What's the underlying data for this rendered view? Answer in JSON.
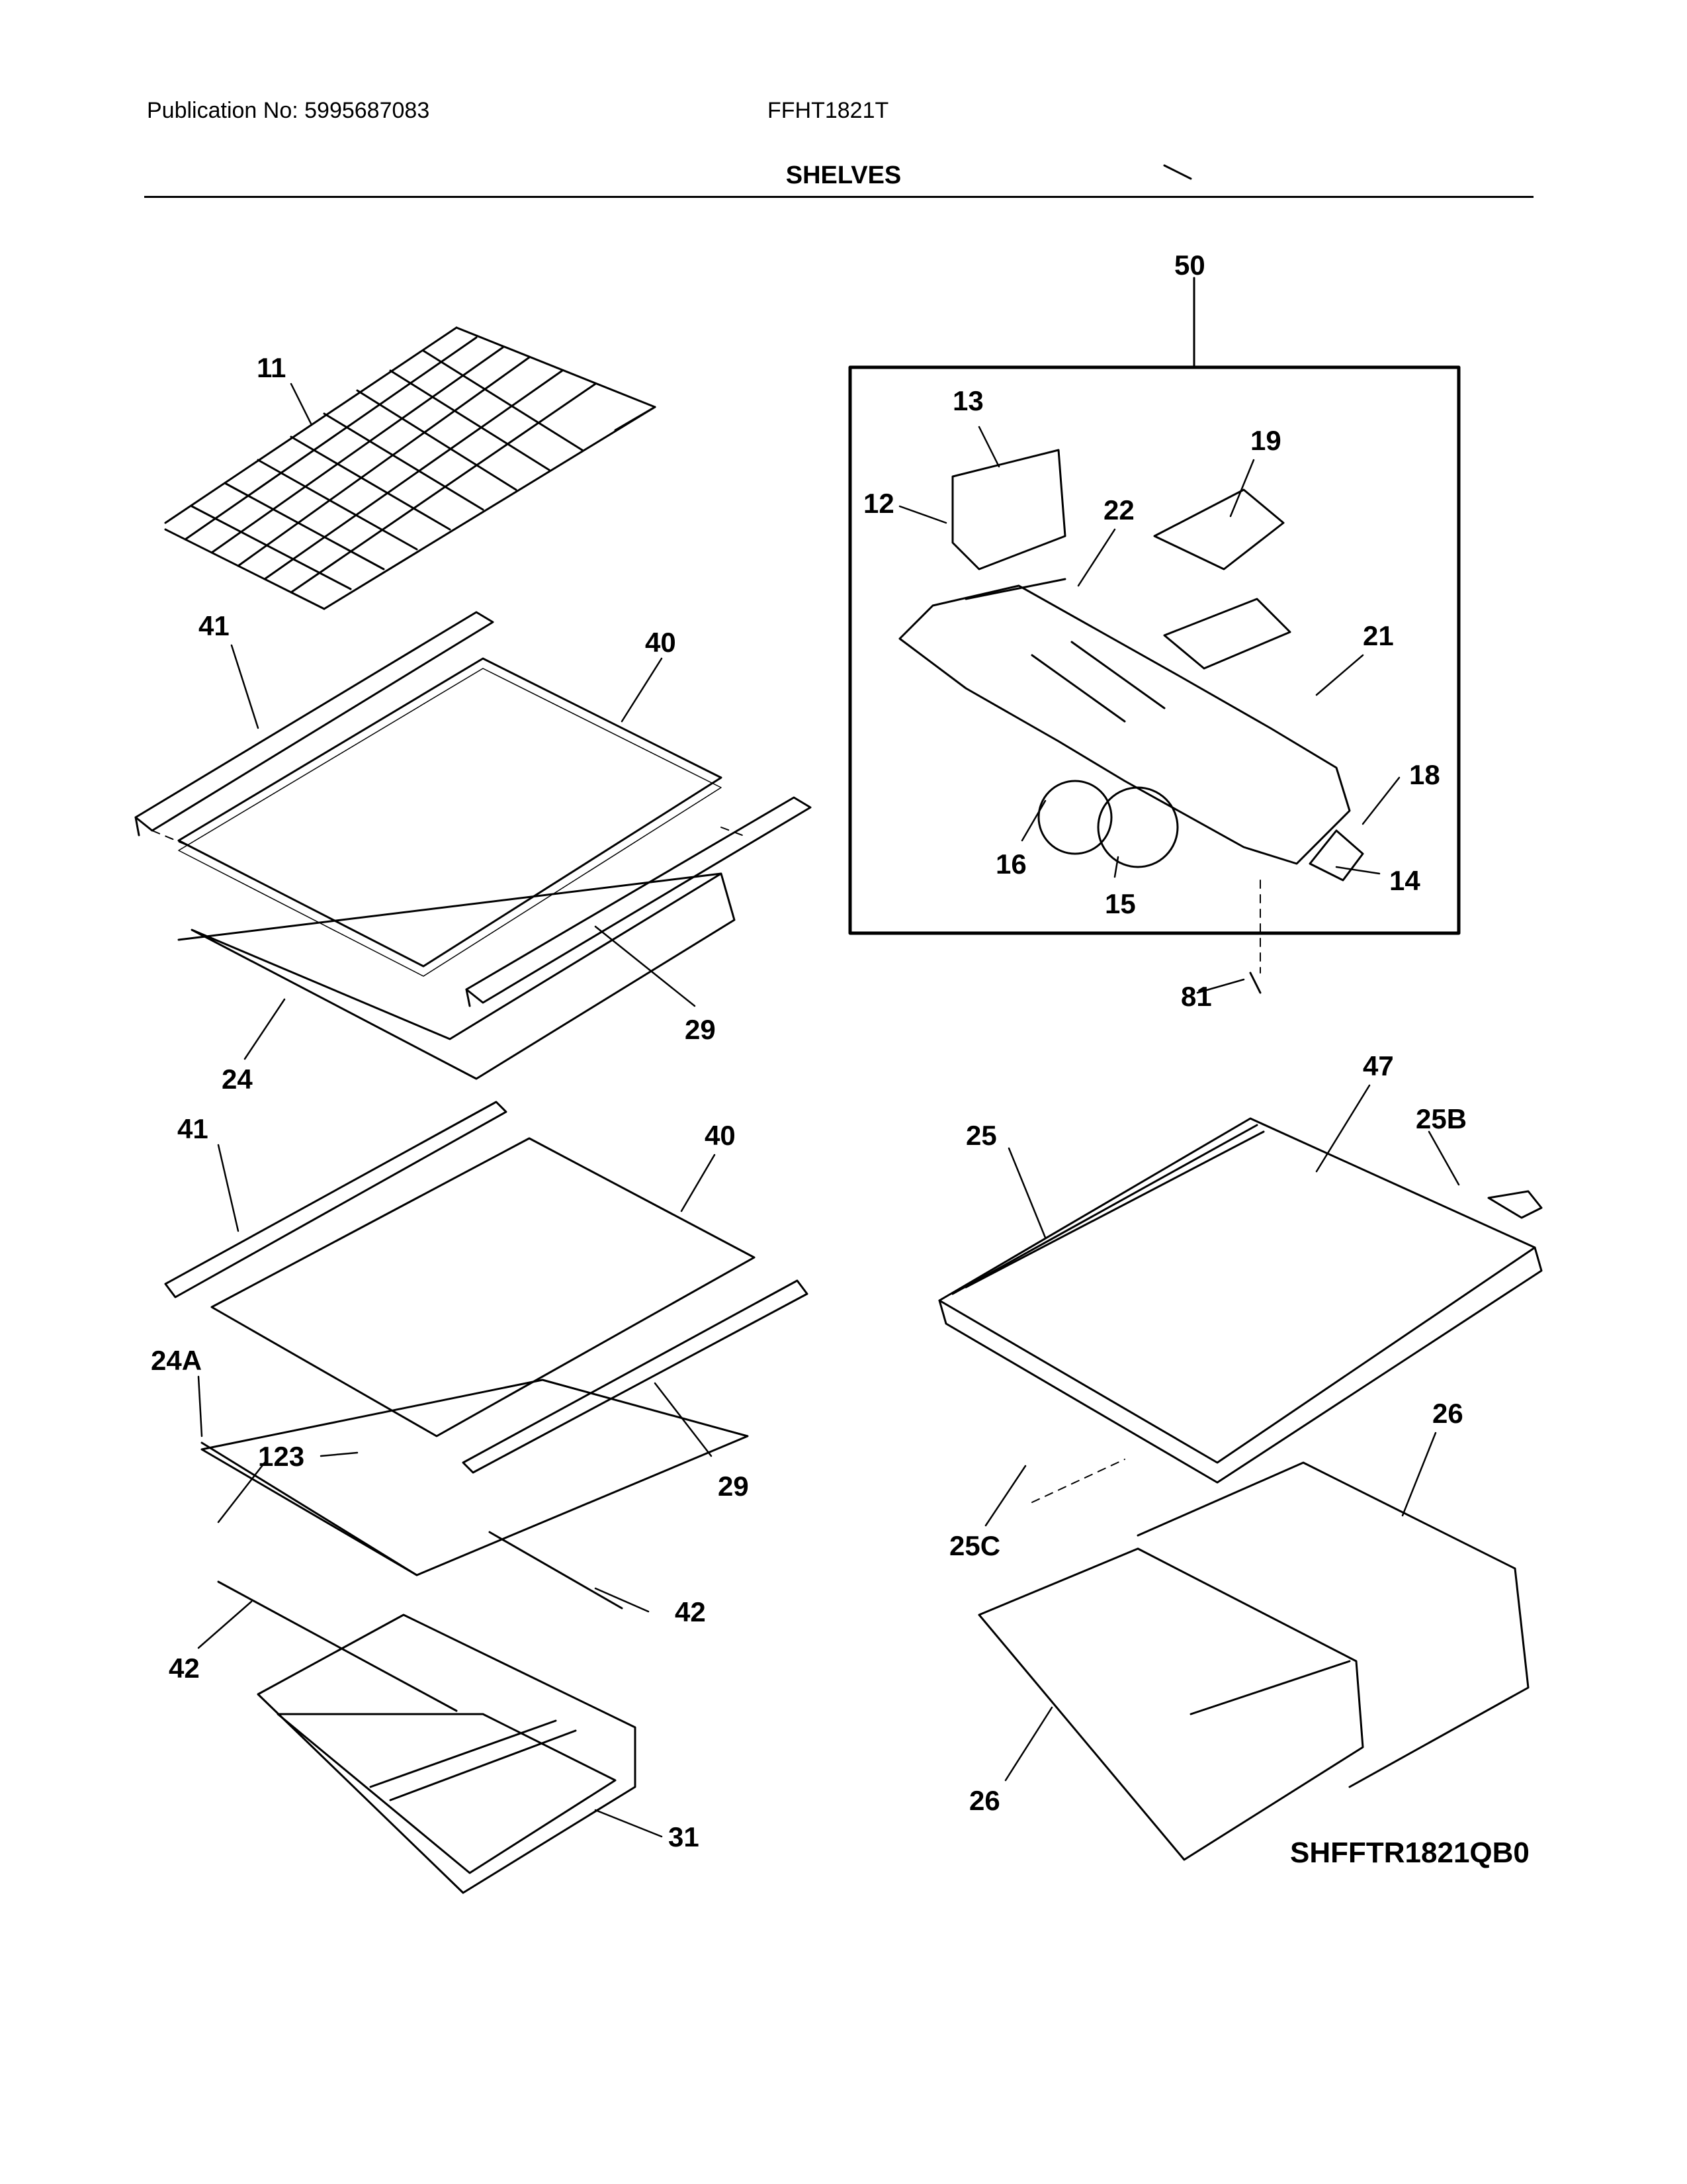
{
  "header": {
    "publication": "Publication No: 5995687083",
    "model": "FFHT1821T"
  },
  "title": "SHELVES",
  "assembly_number": "50",
  "callouts": [
    "11",
    "41",
    "40",
    "29",
    "24",
    "41",
    "40",
    "24A",
    "123",
    "29",
    "42",
    "42",
    "31",
    "13",
    "12",
    "19",
    "22",
    "21",
    "18",
    "16",
    "14",
    "15",
    "81",
    "47",
    "25",
    "25B",
    "25C",
    "26",
    "26"
  ],
  "diagram_ref": "SHFFTR1821QB0"
}
